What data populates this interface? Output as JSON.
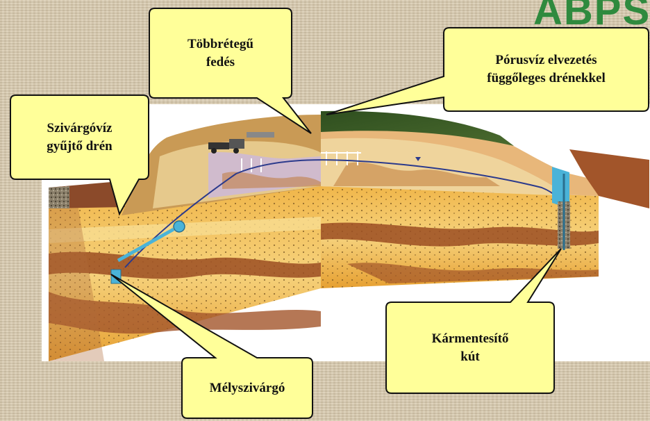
{
  "logo": {
    "text": "ABPSE"
  },
  "callouts": {
    "tobbretegu": {
      "line1": "Többrétegű",
      "line2": "fedés"
    },
    "porusviz": {
      "line1": "Pórusvíz elvezetés",
      "line2": "függőleges drénekkel"
    },
    "szivargoviz": {
      "line1": "Szivárgóvíz",
      "line2": "gyűjtő drén"
    },
    "karmentesito": {
      "line1": "Kármentesítő",
      "line2": "kút"
    },
    "melyszivargo": {
      "line1": "Mélyszivárgó"
    }
  },
  "colors": {
    "callout_fill": "#ffff99",
    "callout_stroke": "#111111",
    "soil_orange": "#e8a33a",
    "soil_brown": "#8b4a2a",
    "sand": "#f2d48a",
    "grass": "#3b5a26",
    "water_line": "#2b3a8c",
    "well_blue": "#4ab3d8"
  }
}
